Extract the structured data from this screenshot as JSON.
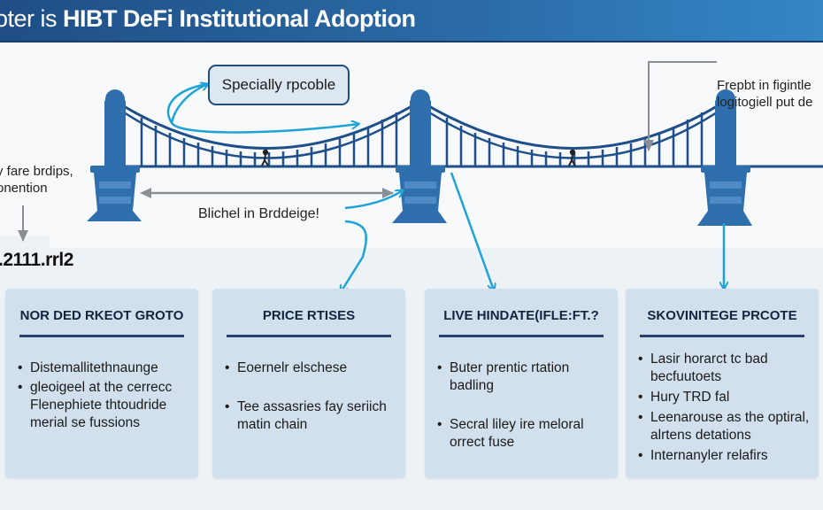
{
  "header": {
    "title_prefix": "oter is",
    "title_main": "HIBT DeFi Institutional Adoption"
  },
  "colors": {
    "header_start": "#1f4e86",
    "header_end": "#3486c6",
    "bridge": "#2f6fad",
    "bridge_dark": "#1e4f8a",
    "arrow_accent": "#1fa3d6",
    "arrow_gray": "#8a8f96",
    "card_bg": "#d1e0ec"
  },
  "callouts": {
    "top_box": "Specially rpcoble",
    "top_right_line1": "Frepbt in figintle",
    "top_right_line2": "logitogiell put de",
    "left_line1": "y fare brdips,",
    "left_line2": "onention",
    "middle": "Blichel in Brddeige!",
    "stat_value": ".2111.rrl2"
  },
  "cards": [
    {
      "title": "NOR DED RKEOT GROTO",
      "bullets": [
        "Distemallitethnaunge",
        "gleoigeel at the cerrecc Flenephiete thtoudride merial se fussions"
      ]
    },
    {
      "title": "PRICE RTISES",
      "bullets": [
        "Eoernelr elschese",
        "Tee assasries fay seriich matin chain"
      ]
    },
    {
      "title": "LIVE HINDATE(IFLE:FT.?",
      "bullets": [
        "Buter prentic rtation badling",
        "Secral liley ire meloral orrect fuse"
      ]
    },
    {
      "title": "SKOVINITEGE PRCOTE",
      "bullets": [
        "Lasir horarct tc bad becfuutoets",
        "Hury TRD fal",
        "Leenarouse as the optiral, alrtens detations",
        "Internanyler relafirs"
      ]
    }
  ]
}
